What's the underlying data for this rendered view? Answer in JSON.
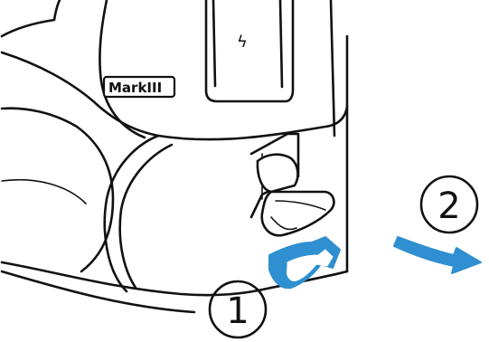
{
  "model_badge": {
    "text": "MarkIII"
  },
  "flash_symbol": "ϟ",
  "steps": [
    {
      "label": "1"
    },
    {
      "label": "2"
    }
  ],
  "colors": {
    "accent_arrow": "#2f8fd0",
    "line": "#111111",
    "background": "#ffffff"
  },
  "icons": [
    "flash-icon",
    "rotate-arrow-icon",
    "pull-arrow-icon"
  ]
}
